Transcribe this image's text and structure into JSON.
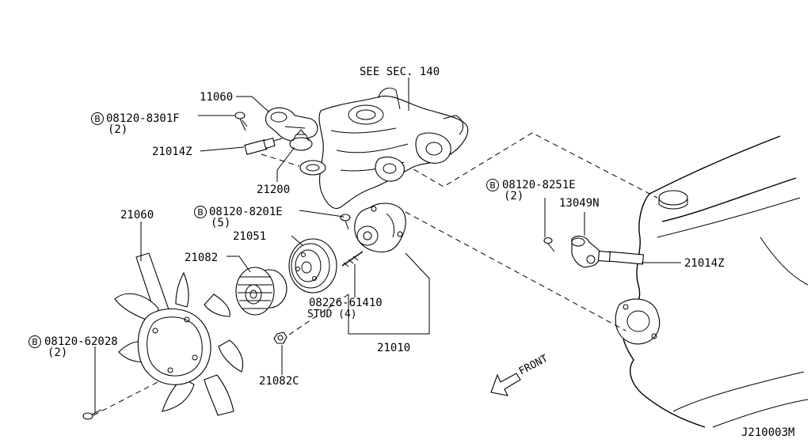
{
  "diagram": {
    "labels": {
      "see_sec": "SEE SEC. 140",
      "p11060": "11060",
      "b1_code": "08120-8301F",
      "b1_qty": "(2)",
      "p21014z_left": "21014Z",
      "p21200": "21200",
      "p21060": "21060",
      "b2_code": "08120-8201E",
      "b2_qty": "(5)",
      "p21051": "21051",
      "p21082": "21082",
      "stud_code": "08226-61410",
      "stud_label": "STUD (4)",
      "p21010": "21010",
      "b3_code": "08120-62028",
      "b3_qty": "(2)",
      "p21082c": "21082C",
      "b4_code": "08120-8251E",
      "b4_qty": "(2)",
      "p13049n": "13049N",
      "p21014z_right": "21014Z",
      "front": "FRONT",
      "diagram_id": "J210003M"
    },
    "bolt_marker": "B"
  }
}
